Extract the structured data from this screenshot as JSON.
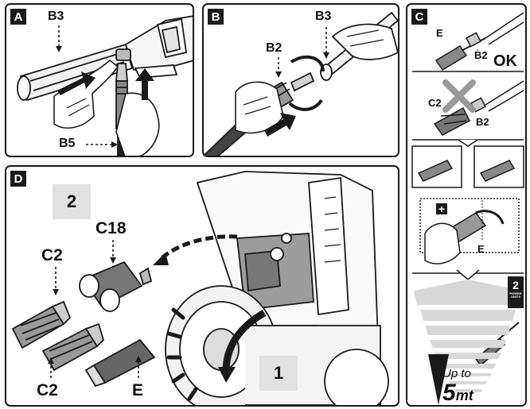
{
  "panels": {
    "a": {
      "tag": "A",
      "labels": {
        "b3": "B3",
        "b5": "B5"
      }
    },
    "b": {
      "tag": "B",
      "labels": {
        "b3": "B3",
        "b2": "B2"
      }
    },
    "c": {
      "tag": "C",
      "labels": {
        "e": "E",
        "b2_top": "B2",
        "ok": "OK",
        "c2": "C2",
        "b2_mid": "B2",
        "e_bottom": "E"
      },
      "badge_number": "2",
      "badge_text": "POWER UNITS",
      "range_prefix": "Up to",
      "range_value": "5",
      "range_unit": "mt"
    },
    "d": {
      "tag": "D",
      "step_2": "2",
      "step_1": "1",
      "labels": {
        "c18": "C18",
        "c2_top": "C2",
        "c2_bottom": "C2",
        "e": "E"
      }
    }
  }
}
